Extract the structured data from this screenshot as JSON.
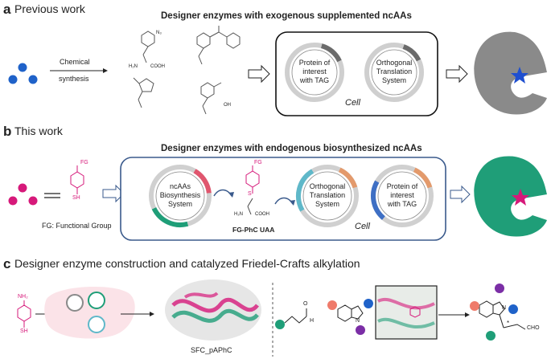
{
  "panel_a": {
    "letter": "a",
    "title": "Previous work",
    "heading": "Designer enzymes with exogenous supplemented ncAAs",
    "arrow_top": "Chemical",
    "arrow_bottom": "synthesis",
    "plasmid1": [
      "Protein of",
      "interest",
      "with TAG"
    ],
    "plasmid2": [
      "Orthogonal",
      "Translation",
      "System"
    ],
    "cell_label": "Cell",
    "struct_labels": {
      "azide": "N₃",
      "amine": "H₂N",
      "acid": "COOH",
      "boron": "OH"
    },
    "colors": {
      "dot": "#1f62c9",
      "enzyme": "#8a8a8a",
      "star": "#1f4fd0"
    }
  },
  "panel_b": {
    "letter": "b",
    "title": "This work",
    "heading": "Designer enzymes with endogenous biosynthesized ncAAs",
    "fg_label": "FG",
    "sh_label": "SH",
    "footnote": "FG: Functional Group",
    "plasmid1": [
      "ncAAs",
      "Biosynthesis",
      "System"
    ],
    "plasmid2": [
      "Orthogonal",
      "Translation",
      "System"
    ],
    "plasmid3": [
      "Protein of",
      "interest",
      "with TAG"
    ],
    "uaa_label": "FG-PhC UAA",
    "cell_label": "Cell",
    "struct_labels": {
      "amine": "H₂N",
      "acid": "COOH",
      "s": "S"
    },
    "colors": {
      "dot": "#d6197a",
      "enzyme": "#1f9e78",
      "star": "#d6197a",
      "border": "#3a5a8c"
    }
  },
  "panel_c": {
    "letter": "c",
    "title": "Designer enzyme construction and catalyzed Friedel-Crafts alkylation",
    "nh2_label": "NH₂",
    "sh_label": "SH",
    "protein_label": "SFC_pAPhC",
    "o_label": "O",
    "h_label": "H",
    "n_label": "N",
    "cho_label": "CHO",
    "star_label": "*",
    "colors": {
      "magenta": "#d6197a",
      "green": "#1f9e78",
      "blue": "#1f62c9",
      "purple": "#7b2ea6",
      "salmon": "#ef7b6b"
    }
  }
}
